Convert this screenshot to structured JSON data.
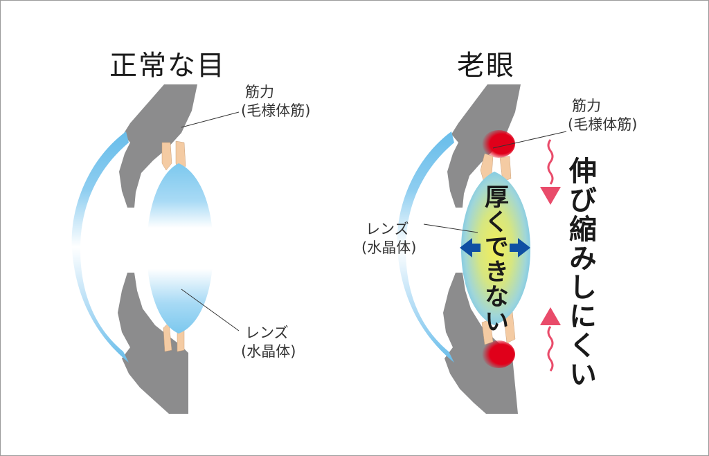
{
  "normal": {
    "title": "正常な目",
    "muscle_label": "筋力",
    "muscle_sub": "(毛様体筋)",
    "lens_label": "レンズ",
    "lens_sub": "(水晶体)"
  },
  "presbyopia": {
    "title": "老眼",
    "muscle_label": "筋力",
    "muscle_sub": "(毛様体筋)",
    "lens_label": "レンズ",
    "lens_sub": "(水晶体)",
    "lens_text": "厚くできない",
    "side_text": "伸び縮みしにくい"
  },
  "colors": {
    "tissue_gray": "#8c8c8d",
    "cornea_blue": "#68bdea",
    "zonule_skin": "#f4cba3",
    "muscle_red": "#e0001a",
    "arrow_pink": "#e94b6a",
    "arrow_blue": "#0f4fa3",
    "lens_yellow": "#e7e85a"
  }
}
